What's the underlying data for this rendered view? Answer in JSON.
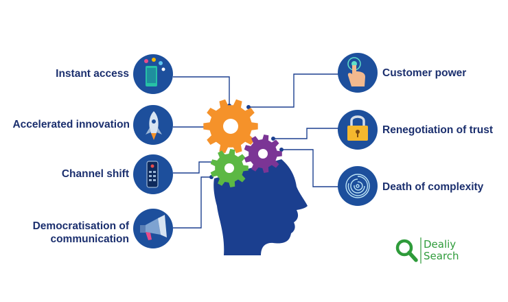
{
  "labels": {
    "instant_access": "Instant access",
    "accelerated_innovation": "Accelerated innovation",
    "channel_shift": "Channel shift",
    "democratisation_line1": "Democratisation of",
    "democratisation_line2": "communication",
    "customer_power": "Customer power",
    "renegotiation_of_trust": "Renegotiation of trust",
    "death_of_complexity": "Death of complexity"
  },
  "watermark": {
    "line1": "Dealiy",
    "line2": "Search"
  },
  "colors": {
    "label_text": "#1b2f6e",
    "icon_circle": "#1d4f9c",
    "head": "#1b3f8f",
    "gear_orange": "#f5922a",
    "gear_purple": "#7b3595",
    "gear_green": "#5cb844",
    "connector": "#1b3f8f",
    "watermark_green": "#2e9b3a"
  },
  "icons": {
    "instant_access": "smartphone-apps-icon",
    "accelerated_innovation": "rocket-icon",
    "channel_shift": "remote-control-icon",
    "democratisation": "megaphone-icon",
    "customer_power": "hand-touch-icon",
    "renegotiation_of_trust": "padlock-icon",
    "death_of_complexity": "maze-icon"
  }
}
